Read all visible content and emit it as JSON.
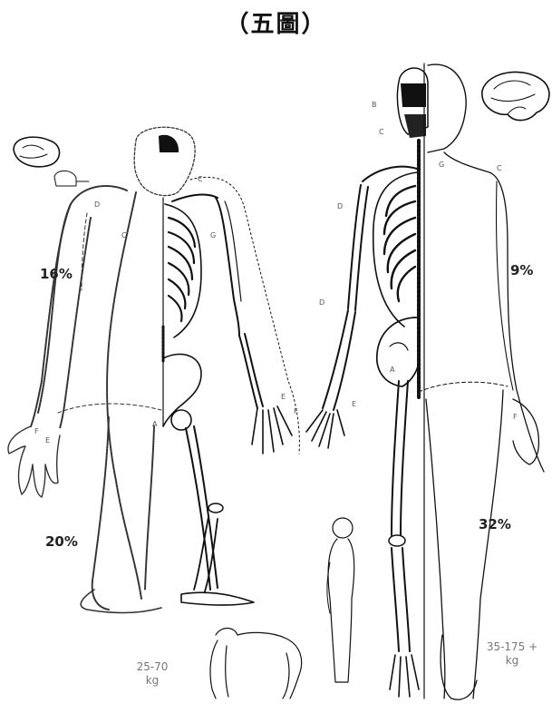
{
  "title": "（五圖）",
  "labels": {
    "ape_upper_pct": "16%",
    "ape_lower_pct": "20%",
    "human_upper_pct": "9%",
    "human_lower_pct": "32%",
    "ape_weight_line1": "25-70",
    "ape_weight_line2": "kg",
    "human_weight_line1": "35-175 +",
    "human_weight_line2": "kg"
  },
  "colors": {
    "ink": "#111111",
    "fur": "#333333",
    "background": "#ffffff"
  }
}
